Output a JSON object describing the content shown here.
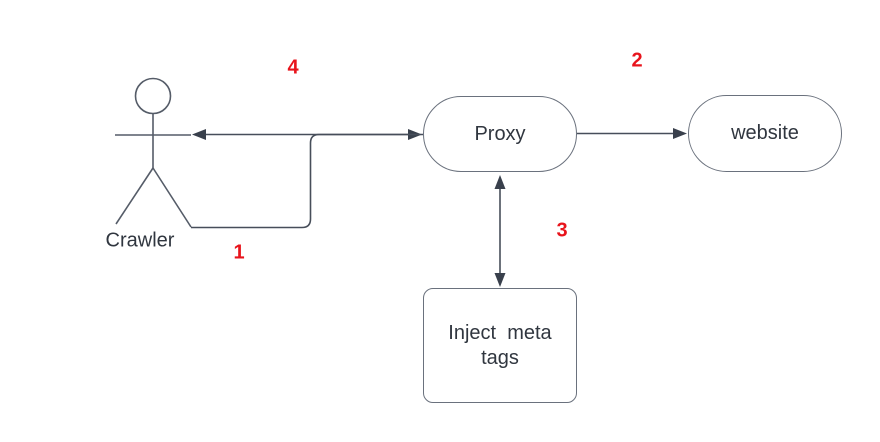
{
  "colors": {
    "background": "#ffffff",
    "node_border": "#6a717d",
    "edge_stroke": "#474e5a",
    "text": "#30363f",
    "step_label_red": "#e8141c"
  },
  "nodes": {
    "crawler": {
      "label": "Crawler",
      "shape": "actor-stick-figure"
    },
    "proxy": {
      "label": "Proxy",
      "shape": "stadium"
    },
    "website": {
      "label": "website",
      "shape": "stadium"
    },
    "inject_meta_tags": {
      "label": "Inject  meta\ntags",
      "shape": "rounded-rect"
    }
  },
  "edges": [
    {
      "label": "1",
      "from": "crawler",
      "to": "proxy",
      "direction": "one-way"
    },
    {
      "label": "2",
      "from": "proxy",
      "to": "website",
      "direction": "one-way"
    },
    {
      "label": "3",
      "from": "proxy",
      "to": "inject_meta_tags",
      "direction": "two-way"
    },
    {
      "label": "4",
      "from": "proxy",
      "to": "crawler",
      "direction": "one-way"
    }
  ]
}
